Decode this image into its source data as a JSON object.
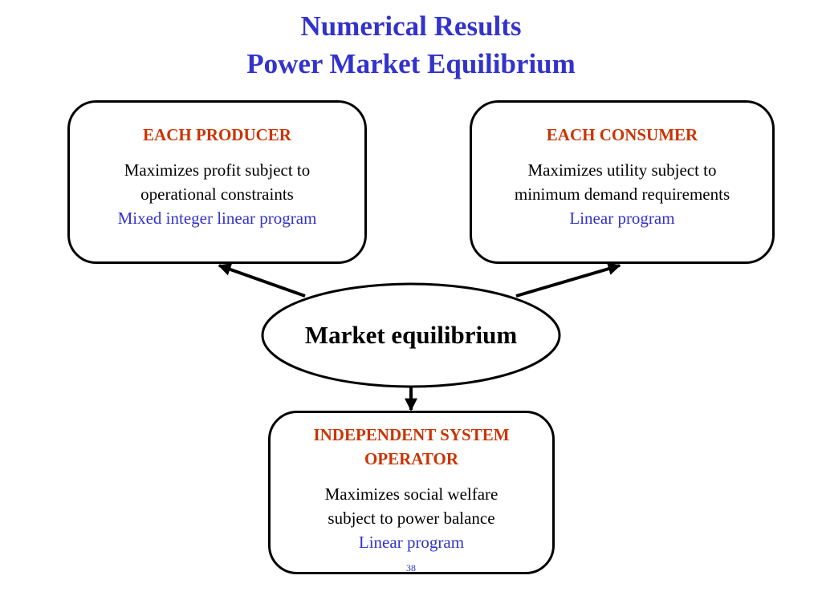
{
  "title": {
    "line1": "Numerical Results",
    "line2": "Power Market Equilibrium"
  },
  "producer": {
    "heading": "EACH PRODUCER",
    "line1": "Maximizes profit subject to",
    "line2": "operational constraints",
    "program": "Mixed integer linear program"
  },
  "consumer": {
    "heading": "EACH CONSUMER",
    "line1": "Maximizes utility subject to",
    "line2": "minimum demand requirements",
    "program": "Linear program"
  },
  "center": {
    "label": "Market equilibrium"
  },
  "iso": {
    "heading1": "INDEPENDENT SYSTEM",
    "heading2": "OPERATOR",
    "line1": "Maximizes social welfare",
    "line2": "subject to power balance",
    "program": "Linear program"
  },
  "page_number": "38",
  "colors": {
    "title": "#3333cc",
    "heading": "#cc3300",
    "program": "#3333cc"
  }
}
